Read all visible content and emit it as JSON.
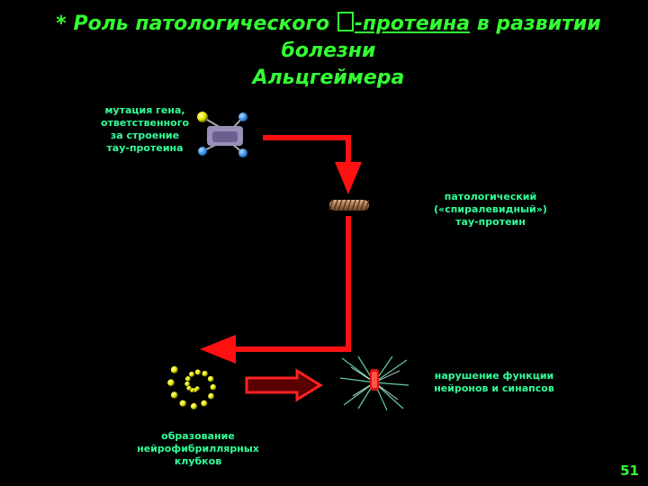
{
  "title": {
    "star": "*",
    "part1": "Роль патологического",
    "part2": "-протеина",
    "part3": "в развитии болезни",
    "part4": "Альцгеймера"
  },
  "labels": {
    "mutation": [
      "мутация гена,",
      "ответственного",
      "за строение",
      "тау-протеина"
    ],
    "pathological": [
      "патологический",
      "(«спиралевидный»)",
      "тау-протеин"
    ],
    "dysfunction": [
      "нарушение функции",
      "нейронов и синапсов"
    ],
    "tangles": [
      "образование",
      "нейрофибриллярных",
      "клубков"
    ]
  },
  "colors": {
    "title": "#33ff33",
    "label": "#33ff99",
    "arrow": "#ff1111",
    "background": "#000000"
  },
  "page_number": "51"
}
